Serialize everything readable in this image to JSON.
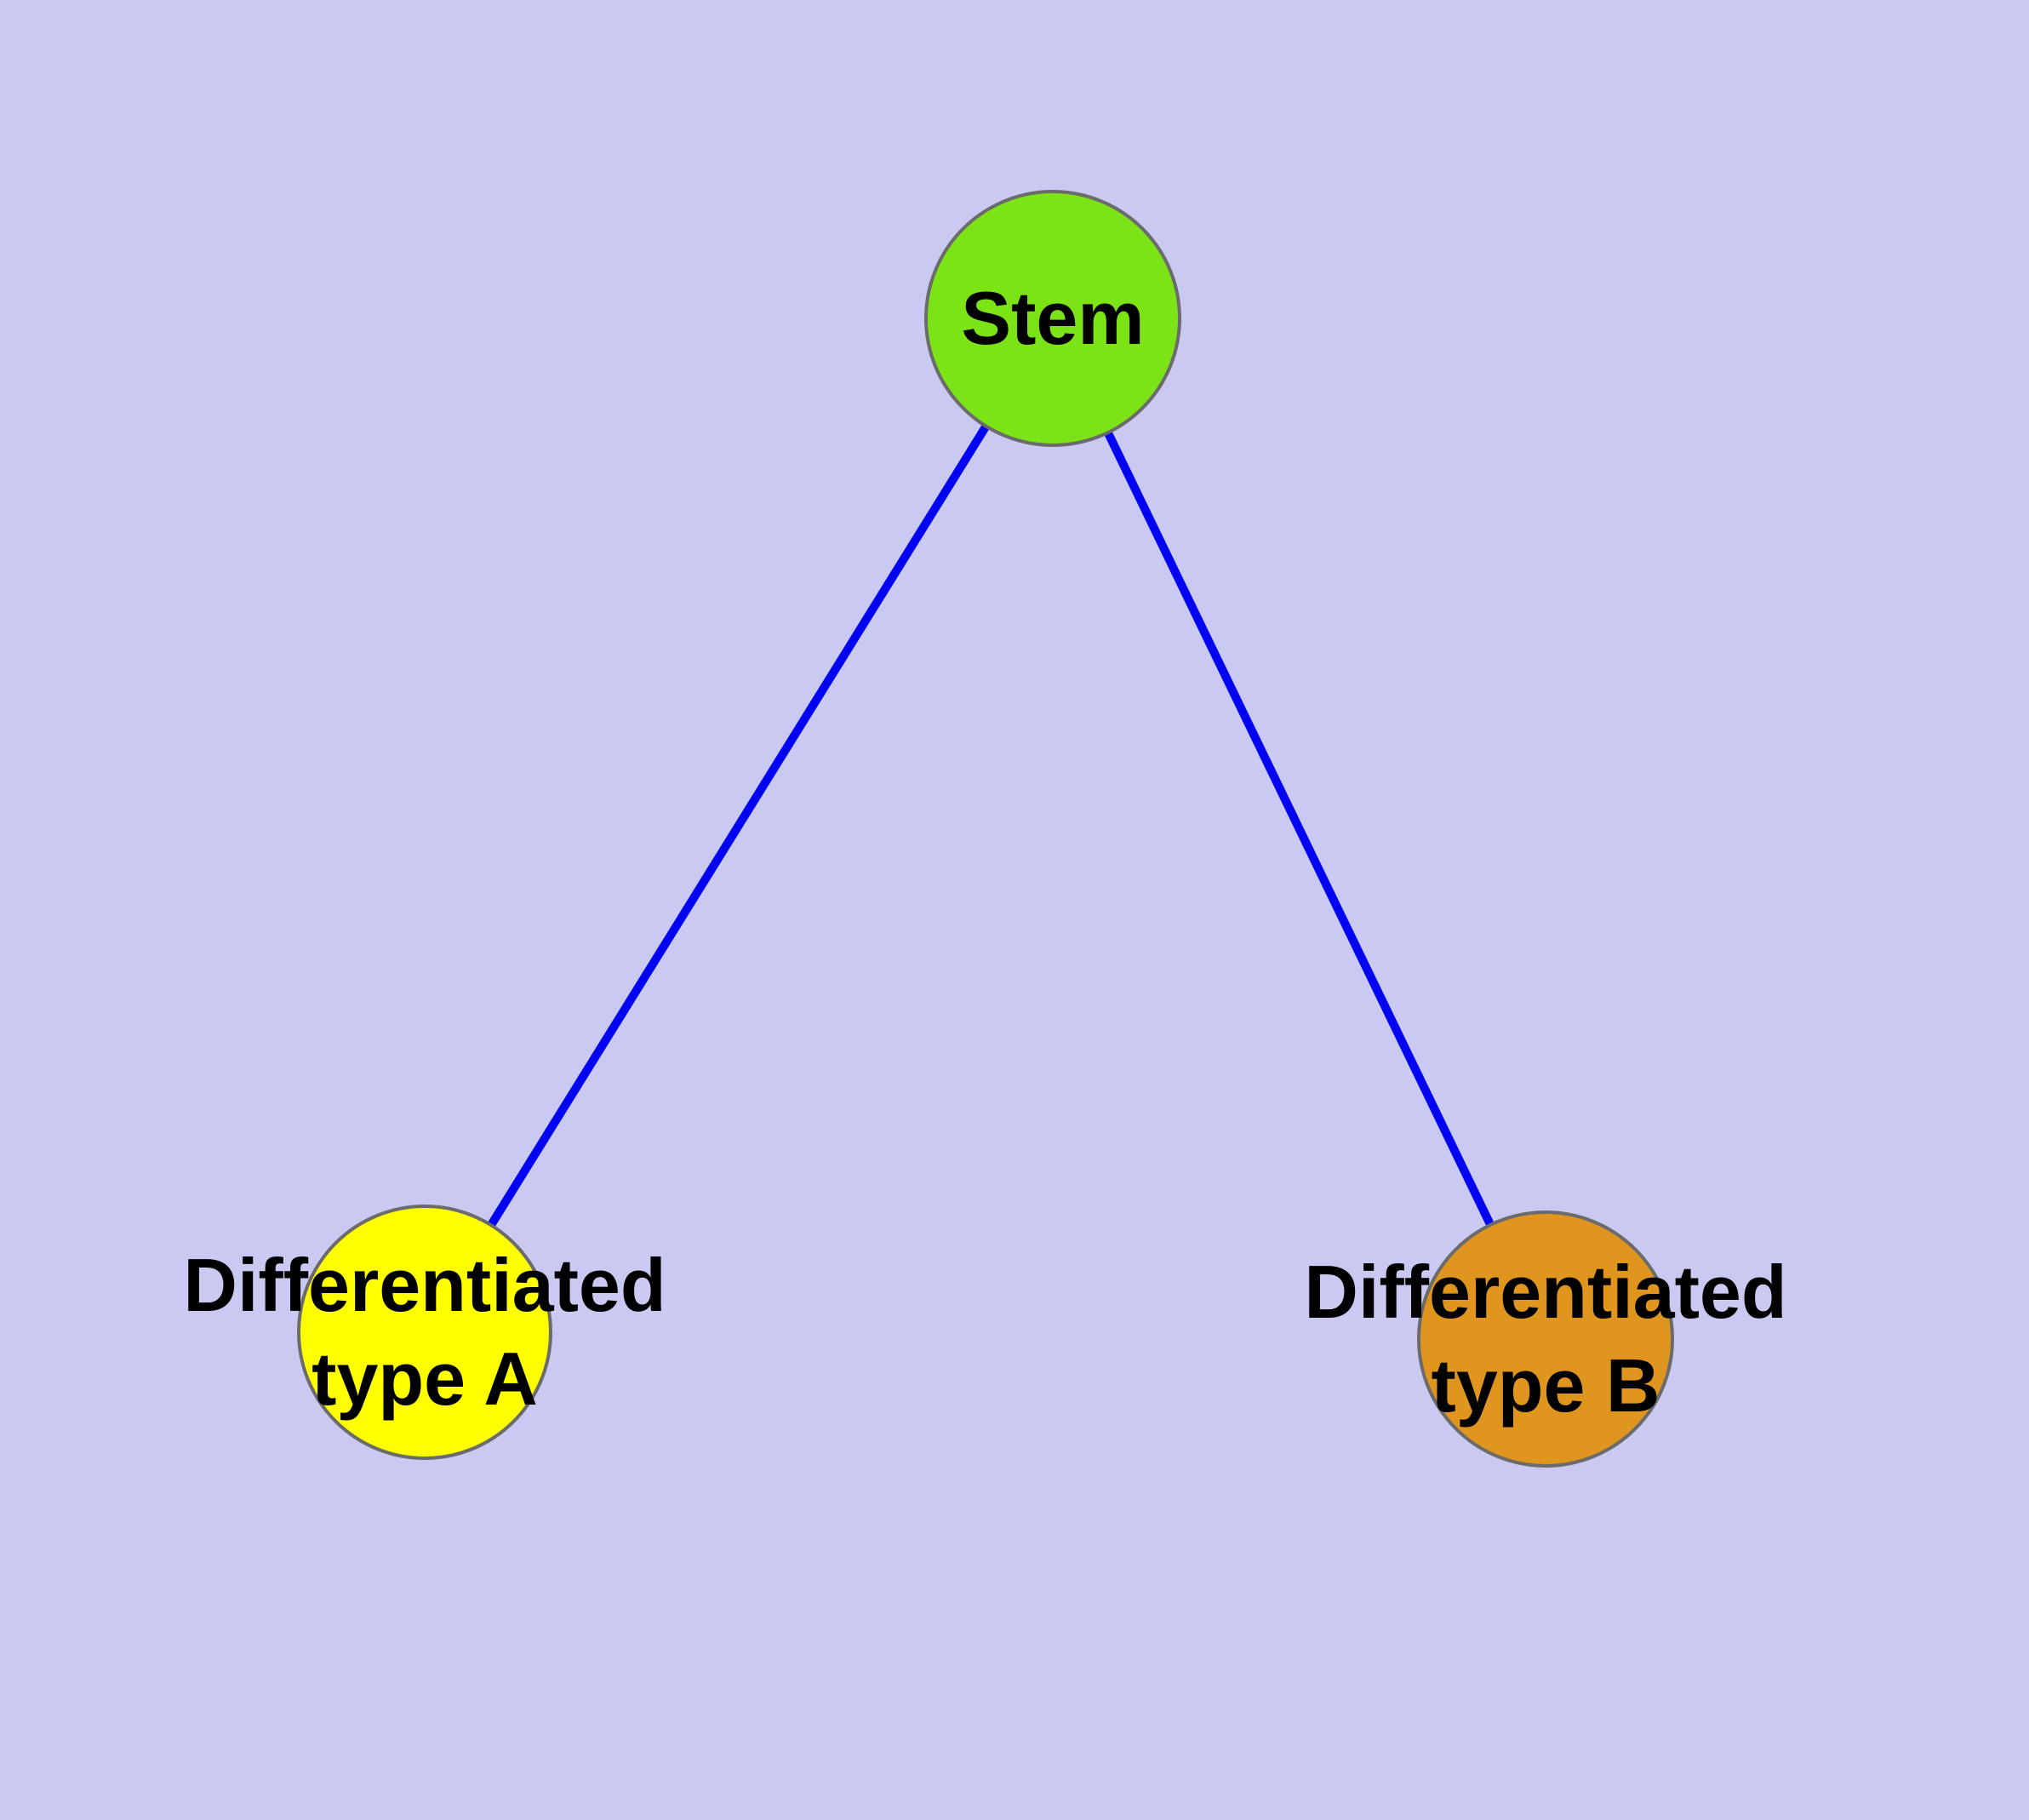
{
  "diagram": {
    "background_color": "#c9c9f1",
    "edge_color": "#0202f2",
    "node_border_color": "#6b6b6b",
    "label_text_color": "#000000",
    "nodes": [
      {
        "id": "stem",
        "label": "Stem",
        "fill": "#7ce317"
      },
      {
        "id": "diff-a",
        "label_line1": "Differentiated",
        "label_line2": "type A",
        "fill": "#ffff00"
      },
      {
        "id": "diff-b",
        "label_line1": "Differentiated",
        "label_line2": "type B",
        "fill": "#e0951f"
      }
    ],
    "edges": [
      {
        "from": "Stem",
        "to": "Differentiated type A"
      },
      {
        "from": "Stem",
        "to": "Differentiated type B"
      }
    ]
  }
}
